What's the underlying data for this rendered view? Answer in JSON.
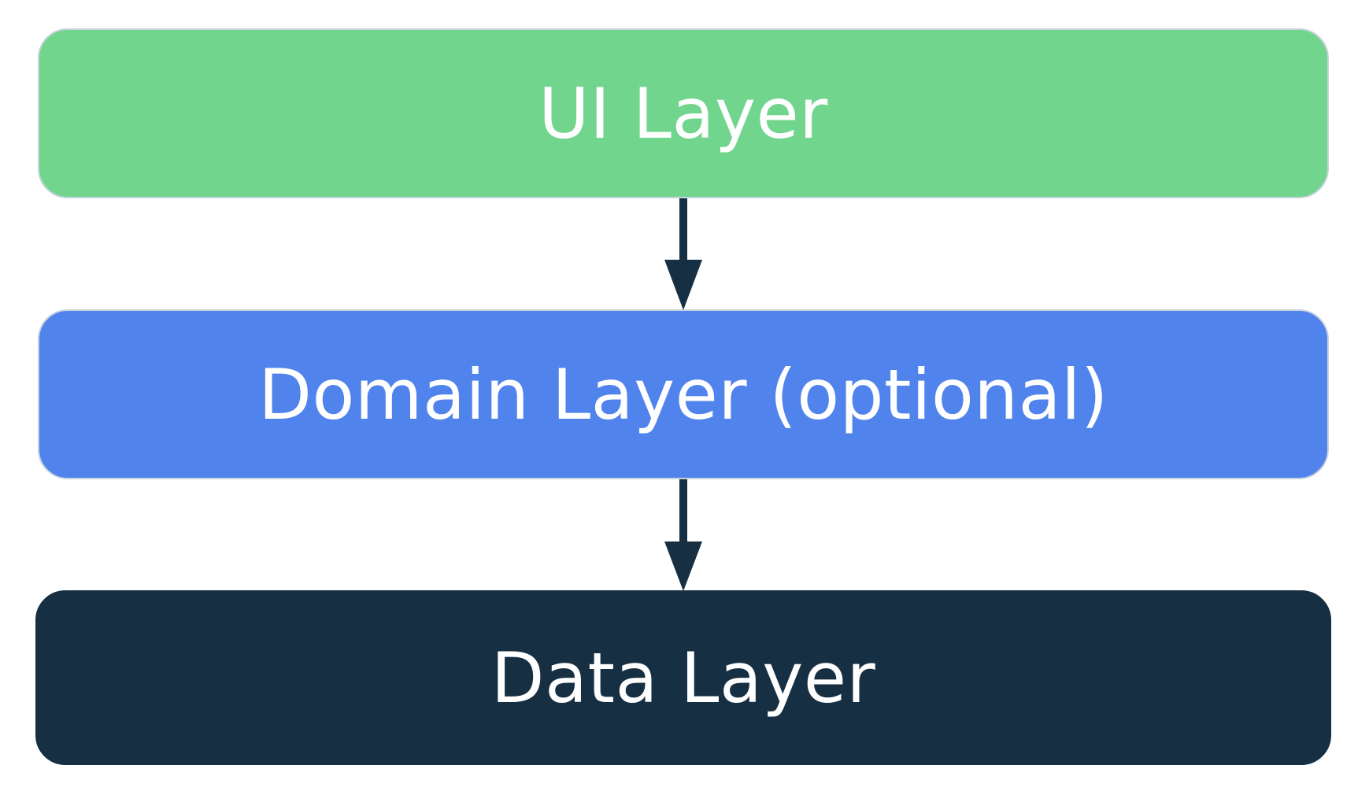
{
  "diagram": {
    "layers": [
      {
        "label": "UI Layer",
        "color": "#72d58e"
      },
      {
        "label": "Domain Layer (optional)",
        "color": "#5083ec"
      },
      {
        "label": "Data Layer",
        "color": "#172f42"
      }
    ],
    "arrow_color": "#172f42",
    "text_color": "#ffffff"
  }
}
